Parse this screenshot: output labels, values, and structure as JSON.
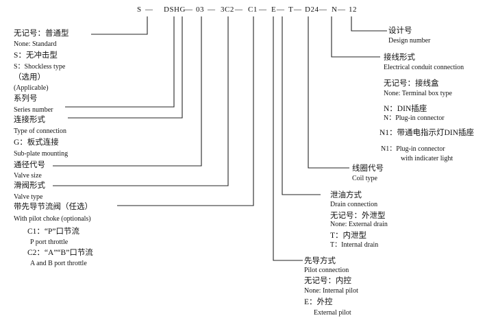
{
  "code": {
    "segments": [
      "S",
      "DSHG",
      "03",
      "3C2",
      "C1",
      "E",
      "T",
      "D24",
      "N",
      "12"
    ],
    "separator": "—"
  },
  "right": {
    "design_cn": "设计号",
    "design_en": "Design number",
    "elec_cn": "接线形式",
    "elec_en": "Electrical conduit connection",
    "elec_none_cn": "无记号：接线盒",
    "elec_none_en": "None: Terminal box type",
    "elec_n_cn": "N：DIN插座",
    "elec_n_en": "N：Plug-in connector",
    "elec_n1_cn": "N1：带通电指示灯DIN插座",
    "elec_n1_en": "N1：Plug-in connector",
    "elec_n1_en2": "with indicater light",
    "coil_cn": "线圈代号",
    "coil_en": "Coil type",
    "drain_cn": "泄油方式",
    "drain_en": "Drain connection",
    "drain_none_cn": "无记号：外泄型",
    "drain_none_en": "None: External drain",
    "drain_t_cn": "T：内泄型",
    "drain_t_en": "T：Internal drain",
    "pilot_cn": "先导方式",
    "pilot_en": "Pilot connection",
    "pilot_none_cn": "无记号：内控",
    "pilot_none_en": "None: Internal pilot",
    "pilot_e_cn": "E：外控",
    "pilot_e_en": "External pilot"
  },
  "left": {
    "none_cn": "无记号：普通型",
    "none_en": "None: Standard",
    "s_cn": "S：无冲击型",
    "s_en": "S：Shockless type",
    "opt_cn": "（选用）",
    "opt_en": "(Applicable)",
    "series_cn": "系列号",
    "series_en": "Series number",
    "conn_cn": "连接形式",
    "conn_en": "Type of connection",
    "g_cn": "G：板式连接",
    "g_en": "Sub-plate mounting",
    "size_cn": "通径代号",
    "size_en": "Valve size",
    "type_cn": "滑阀形式",
    "type_en": "Valve type",
    "choke_cn": "带先导节流阀（任选）",
    "choke_en": "With pilot choke (optionals)",
    "c1_cn": "C1：“P”口节流",
    "c1_en": "P port throttle",
    "c2_cn": "C2：“A”“B”口节流",
    "c2_en": "A and B port throttle"
  }
}
